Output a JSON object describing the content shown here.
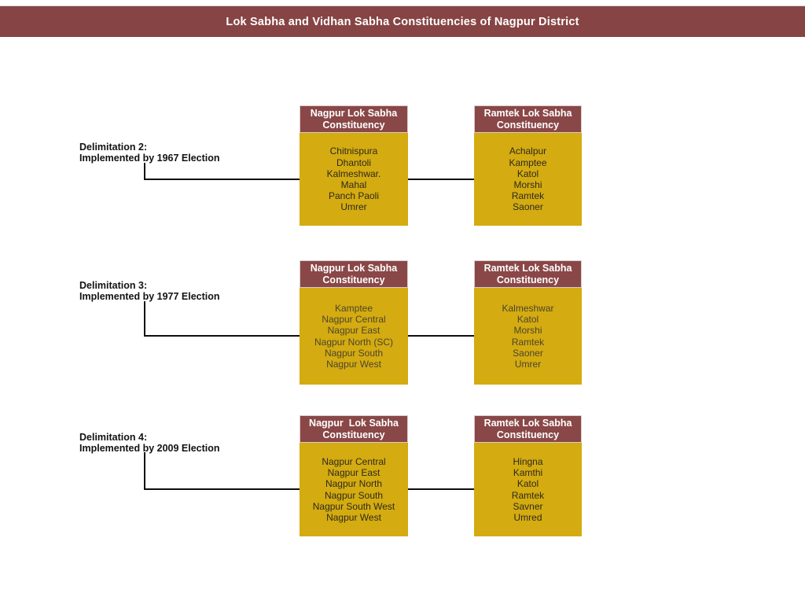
{
  "banner": {
    "title": "Lok Sabha and Vidhan Sabha Constituencies of Nagpur District"
  },
  "colors": {
    "maroon_banner": "#874444",
    "maroon_box_header": "#8a4747",
    "gold_box_body": "#d4ab10",
    "connector_line": "#0e0e0e",
    "header_text": "#ffffff"
  },
  "rows": [
    {
      "label": {
        "line1": "Delimitation 2:",
        "line2": "Implemented by 1967 Election"
      },
      "left_box": {
        "header": "Nagpur Lok Sabha\nConstituency",
        "items": [
          "Chitnispura",
          "Dhantoli",
          "Kalmeshwar.",
          "Mahal",
          "Panch Paoli",
          "Umrer"
        ]
      },
      "right_box": {
        "header": "Ramtek Lok Sabha\nConstituency",
        "items": [
          "Achalpur",
          "Kamptee",
          "Katol",
          "Morshi",
          "Ramtek",
          "Saoner"
        ]
      }
    },
    {
      "label": {
        "line1": "Delimitation 3:",
        "line2": "Implemented by 1977 Election"
      },
      "left_box": {
        "header": "Nagpur Lok Sabha\nConstituency",
        "items": [
          "Kamptee",
          "Nagpur Central",
          "Nagpur East",
          "Nagpur North (SC)",
          "Nagpur South",
          "Nagpur West"
        ]
      },
      "right_box": {
        "header": "Ramtek Lok Sabha\nConstituency",
        "items": [
          "Kalmeshwar",
          "Katol",
          "Morshi",
          "Ramtek",
          "Saoner",
          "Umrer"
        ]
      }
    },
    {
      "label": {
        "line1": "Delimitation 4:",
        "line2": "Implemented by 2009 Election"
      },
      "left_box": {
        "header": "Nagpur  Lok Sabha\nConstituency",
        "items": [
          "Nagpur Central",
          "Nagpur East",
          "Nagpur North",
          "Nagpur South",
          "Nagpur South West",
          "Nagpur West"
        ]
      },
      "right_box": {
        "header": "Ramtek Lok Sabha\nConstituency",
        "items": [
          "Hingna",
          "Kamthi",
          "Katol",
          "Ramtek",
          "Savner",
          "Umred"
        ]
      }
    }
  ]
}
